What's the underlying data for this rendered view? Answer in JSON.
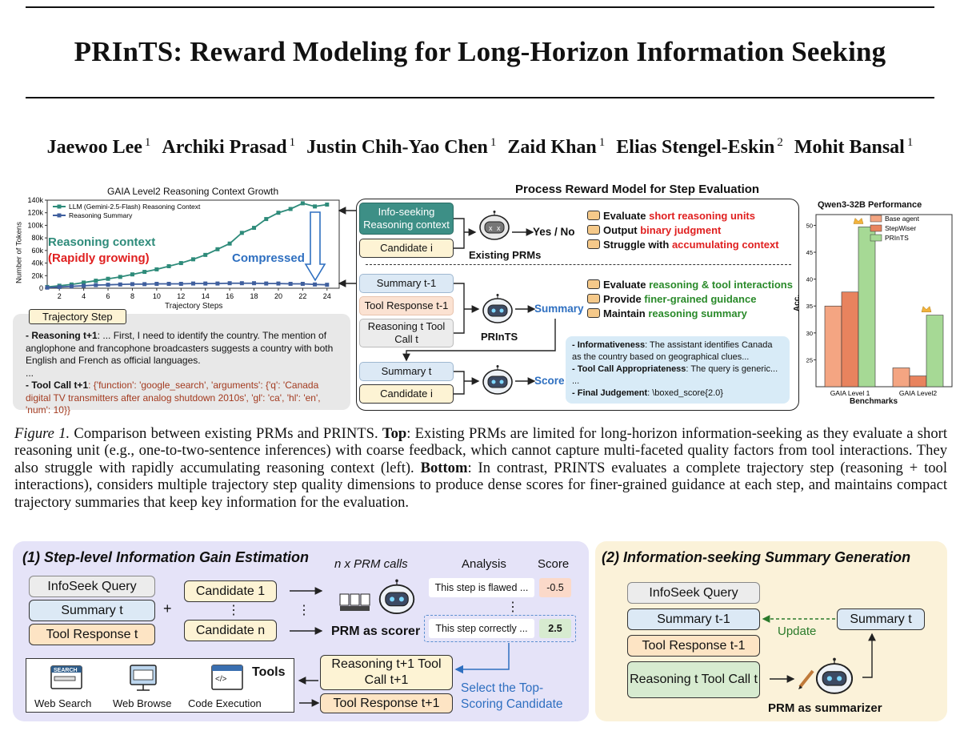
{
  "title": "PRInTS: Reward Modeling for Long-Horizon Information Seeking",
  "authors": [
    {
      "name": "Jaewoo Lee",
      "aff": "1"
    },
    {
      "name": "Archiki Prasad",
      "aff": "1"
    },
    {
      "name": "Justin Chih-Yao Chen",
      "aff": "1"
    },
    {
      "name": "Zaid Khan",
      "aff": "1"
    },
    {
      "name": "Elias Stengel-Eskin",
      "aff": "2"
    },
    {
      "name": "Mohit Bansal",
      "aff": "1"
    }
  ],
  "figure": {
    "line_chart": {
      "title": "GAIA Level2 Reasoning Context Growth",
      "ylabel": "Number of Tokens",
      "xlabel": "Trajectory Steps",
      "legend": [
        "LLM (Gemini-2.5-Flash) Reasoning Context",
        "Reasoning Summary"
      ],
      "yticks": [
        "0",
        "20k",
        "40k",
        "60k",
        "80k",
        "100k",
        "120k",
        "140k"
      ],
      "xticks": [
        "2",
        "4",
        "6",
        "8",
        "10",
        "12",
        "14",
        "16",
        "18",
        "20",
        "22",
        "24"
      ],
      "annotation_context": "Reasoning context",
      "annotation_growing": "(Rapidly growing)",
      "annotation_compressed": "Compressed"
    },
    "trajectory": {
      "tag": "Trajectory Step",
      "reasoning_label": "- Reasoning t+1",
      "reasoning_text": ": ... First, I need to identify the country. The mention of anglophone and francophone broadcasters suggests a country with both English and French as official languages.",
      "ellipsis": "...",
      "tool_label": "- Tool Call t+1",
      "tool_text": ": {'function': 'google_search', 'arguments': {'q': 'Canada digital TV transmitters after analog shutdown 2010s', 'gl': 'ca', 'hl': 'en', 'num': 10}}"
    },
    "prm": {
      "title": "Process Reward Model for Step Evaluation",
      "info_seeking": "Info-seeking Reasoning context",
      "candidate_i": "Candidate i",
      "yes_no": "Yes / No",
      "existing_prms": "Existing PRMs",
      "bullets_top": [
        {
          "plain": "Evaluate ",
          "hl": "short reasoning units"
        },
        {
          "plain": "Output ",
          "hl": "binary judgment"
        },
        {
          "plain": "Struggle with ",
          "hl": "accumulating context"
        }
      ],
      "summary_prev": "Summary t-1",
      "tool_resp_prev": "Tool Response t-1",
      "reasoning_t": "Reasoning t Tool Call t",
      "prints": "PRInTS",
      "summary_arrow": "Summary",
      "bullets_bottom": [
        {
          "plain": "Evaluate ",
          "hl": "reasoning & tool interactions"
        },
        {
          "plain": "Provide ",
          "hl": "finer-grained guidance"
        },
        {
          "plain": "Maintain ",
          "hl": "reasoning summary"
        }
      ],
      "summary_t": "Summary t",
      "candidate_i2": "Candidate i",
      "score_arrow": "Score",
      "feedback": {
        "l1": "Informativeness",
        "t1": ": The assistant identifies Canada as the country based on geographical clues...",
        "l2": "Tool Call Appropriateness",
        "t2": ": The query is generic...",
        "dots": "...",
        "l3": "Final Judgement",
        "t3": ": \\boxed_score{2.0}"
      }
    },
    "bar_chart": {
      "title": "Qwen3-32B Performance",
      "ylabel": "Acc.",
      "xlabel": "Benchmarks",
      "yticks": [
        "25",
        "30",
        "35",
        "40",
        "45",
        "50"
      ]
    }
  },
  "chart_data": [
    {
      "type": "line",
      "title": "GAIA Level2 Reasoning Context Growth",
      "xlabel": "Trajectory Steps",
      "ylabel": "Number of Tokens",
      "xlim": [
        1,
        25
      ],
      "ylim": [
        0,
        140000
      ],
      "x": [
        1,
        2,
        3,
        4,
        5,
        6,
        7,
        8,
        9,
        10,
        11,
        12,
        13,
        14,
        15,
        16,
        17,
        18,
        19,
        20,
        21,
        22,
        23,
        24
      ],
      "series": [
        {
          "name": "LLM (Gemini-2.5-Flash) Reasoning Context",
          "color": "#2e8b7a",
          "values": [
            2000,
            4000,
            6000,
            9000,
            12000,
            15000,
            18000,
            22000,
            26000,
            30000,
            35000,
            40000,
            46000,
            53000,
            62000,
            71000,
            88000,
            96000,
            110000,
            120000,
            126000,
            135000,
            130000,
            133000
          ]
        },
        {
          "name": "Reasoning Summary",
          "color": "#3f5f9e",
          "values": [
            1000,
            2000,
            3000,
            4000,
            5000,
            5500,
            6000,
            6500,
            6500,
            7000,
            7000,
            7000,
            7500,
            7500,
            7500,
            8000,
            8000,
            8000,
            7500,
            7500,
            7000,
            7000,
            6000,
            5500
          ]
        }
      ]
    },
    {
      "type": "bar",
      "title": "Qwen3-32B Performance",
      "xlabel": "Benchmarks",
      "ylabel": "Acc.",
      "ylim": [
        20,
        52
      ],
      "categories": [
        "GAIA Level 1",
        "GAIA Level2"
      ],
      "series": [
        {
          "name": "Base agent",
          "color": "#f4a582",
          "values": [
            35.0,
            23.5
          ]
        },
        {
          "name": "StepWiser",
          "color": "#e8835e",
          "values": [
            37.6,
            22.0
          ]
        },
        {
          "name": "PRInTS",
          "color": "#a6d995",
          "values": [
            49.7,
            33.3
          ]
        }
      ]
    }
  ],
  "caption": {
    "fig": "Figure 1.",
    "p1": " Comparison between existing PRMs and PRINTS. ",
    "top": "Top",
    "p2": ": Existing PRMs are limited for long-horizon information-seeking as they evaluate a short reasoning unit (e.g., one-to-two-sentence inferences) with coarse feedback, which cannot capture multi-faceted quality factors from tool interactions. They also struggle with rapidly accumulating reasoning context (left). ",
    "bottom": "Bottom",
    "p3": ": In contrast, PRINTS evaluates a complete trajectory step (reasoning + tool interactions), considers multiple trajectory step quality dimensions to produce dense scores for finer-grained guidance at each step, and maintains compact trajectory summaries that keep key information for the evaluation."
  },
  "panel1": {
    "title": "(1) Step-level Information Gain Estimation",
    "prm_calls": "n x PRM calls",
    "analysis": "Analysis",
    "score": "Score",
    "infoseek": "InfoSeek Query",
    "summary_t": "Summary t",
    "tool_resp": "Tool Response t",
    "plus": "+",
    "cand1": "Candidate 1",
    "vdots": "⋮",
    "candn": "Candidate n",
    "a1": "This step is flawed ...",
    "s1": "-0.5",
    "a2": "This step correctly ...",
    "s2": "2.5",
    "prm_scorer": "PRM as scorer",
    "tools_title": "Tools",
    "tool1": "Web Search",
    "tool2": "Web Browse",
    "tool3": "Code Execution",
    "search_lbl": "SEARCH",
    "reasoning_next": "Reasoning t+1 Tool Call t+1",
    "tool_resp_next": "Tool Response t+1",
    "select": "Select the Top-Scoring Candidate"
  },
  "panel2": {
    "title": "(2) Information-seeking Summary Generation",
    "infoseek": "InfoSeek Query",
    "summary_prev": "Summary t-1",
    "tool_resp_prev": "Tool Response t-1",
    "reasoning": "Reasoning t Tool Call t",
    "update": "Update",
    "summary_t": "Summary t",
    "prm_sum": "PRM as summarizer"
  },
  "colors": {
    "teal": "#3d8f86",
    "red": "#e02020",
    "green": "#2a8a2a",
    "blue": "#2e6fc0",
    "panel1": "#e5e3f8",
    "panel2": "#fbf2d9"
  }
}
